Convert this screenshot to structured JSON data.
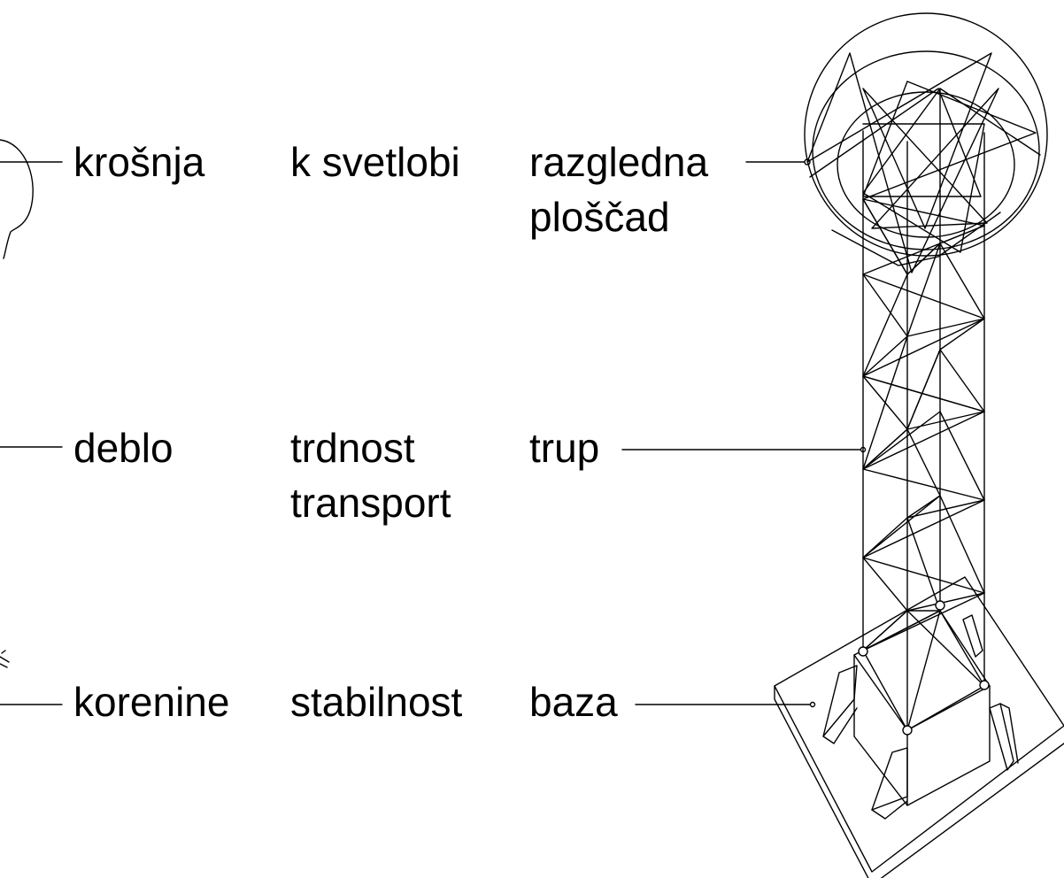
{
  "rows": [
    {
      "tree_part": "krošnja",
      "meaning": [
        "k svetlobi"
      ],
      "tower_part": [
        "razgledna",
        "ploščad"
      ]
    },
    {
      "tree_part": "deblo",
      "meaning": [
        "trdnost",
        "transport"
      ],
      "tower_part": [
        "trup"
      ]
    },
    {
      "tree_part": "korenine",
      "meaning": [
        "stabilnost"
      ],
      "tower_part": [
        "baza"
      ]
    }
  ],
  "colors": {
    "line": "#000000",
    "background": "#ffffff"
  }
}
